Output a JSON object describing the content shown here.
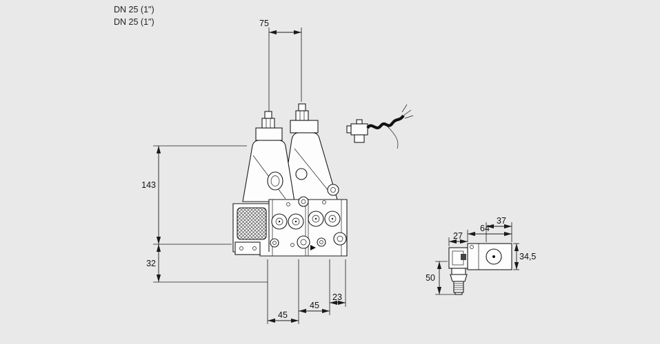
{
  "page": {
    "background": "#e9e9e9",
    "line_color": "#1a1a1a",
    "fill_color": "#fdfdfd"
  },
  "designation": {
    "line1": "DN 25 (1\")",
    "line2": "DN 25 (1\")"
  },
  "dims": {
    "top_span": "75",
    "left_height": "143",
    "left_lower": "32",
    "bottom_left": "45",
    "bottom_middle": "45",
    "bottom_right": "23",
    "side_top_width": "37",
    "side_plug_width": "27",
    "side_body_width": "64",
    "side_height": "34,5",
    "side_total_height": "50"
  }
}
